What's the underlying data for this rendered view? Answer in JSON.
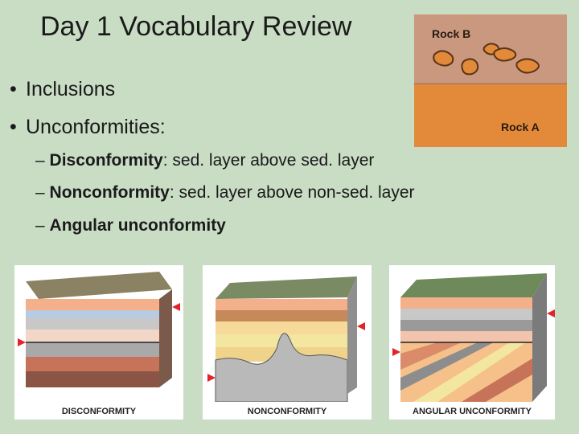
{
  "title": "Day 1 Vocabulary Review",
  "bullets": [
    {
      "marker": "•",
      "text": "Inclusions"
    },
    {
      "marker": "•",
      "text": "Unconformities:"
    }
  ],
  "sub_bullets": [
    {
      "dash": "–",
      "term": "Disconformity",
      "rest": ": sed. layer above sed. layer"
    },
    {
      "dash": "–",
      "term": "Nonconformity",
      "rest": ": sed. layer above non-sed. layer"
    },
    {
      "dash": "–",
      "term": "Angular unconformity",
      "rest": ""
    }
  ],
  "rock_image": {
    "label_top": "Rock B",
    "label_bottom": "Rock A"
  },
  "diagrams": [
    {
      "caption": "DISCONFORMITY"
    },
    {
      "caption": "NONCONFORMITY"
    },
    {
      "caption": "ANGULAR UNCONFORMITY"
    }
  ],
  "colors": {
    "background": "#c9dcc4",
    "rock_b": "#c9987f",
    "rock_a": "#e28a3a",
    "arrow": "#e0252a"
  }
}
